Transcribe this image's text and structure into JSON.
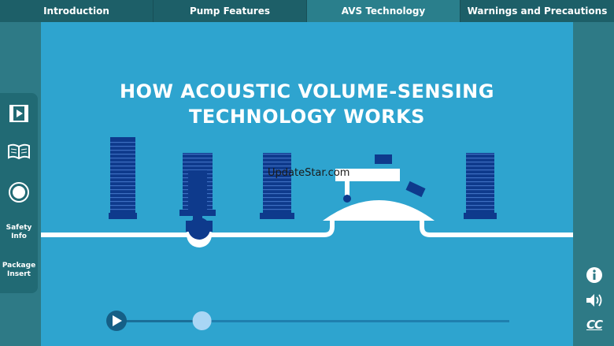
{
  "nav": {
    "tabs": [
      {
        "label": "Introduction",
        "active": false
      },
      {
        "label": "Pump Features",
        "active": false
      },
      {
        "label": "AVS Technology",
        "active": true
      },
      {
        "label": "Warnings and Precautions",
        "active": false
      }
    ]
  },
  "stage": {
    "title_line1": "HOW ACOUSTIC VOLUME-SENSING",
    "title_line2": "TECHNOLOGY WORKS",
    "watermark": "UpdateStar.com"
  },
  "sidebar": {
    "items": [
      {
        "icon": "video-play-icon"
      },
      {
        "icon": "open-book-icon"
      },
      {
        "icon": "globe-icon"
      },
      {
        "label_line1": "Safety",
        "label_line2": "Info"
      },
      {
        "label_line1": "Package",
        "label_line2": "Insert"
      }
    ]
  },
  "controls": {
    "info_icon": "info-icon",
    "volume_icon": "speaker-icon",
    "cc_label": "CC"
  },
  "player": {
    "progress": 0.2
  },
  "colors": {
    "stage_bg": "#2ea4cf",
    "nav_bg": "#1d5f68",
    "active_tab": "#2a7f8c",
    "sidebar_bg": "#216a74",
    "spring_blue": "#0e3a8c"
  }
}
